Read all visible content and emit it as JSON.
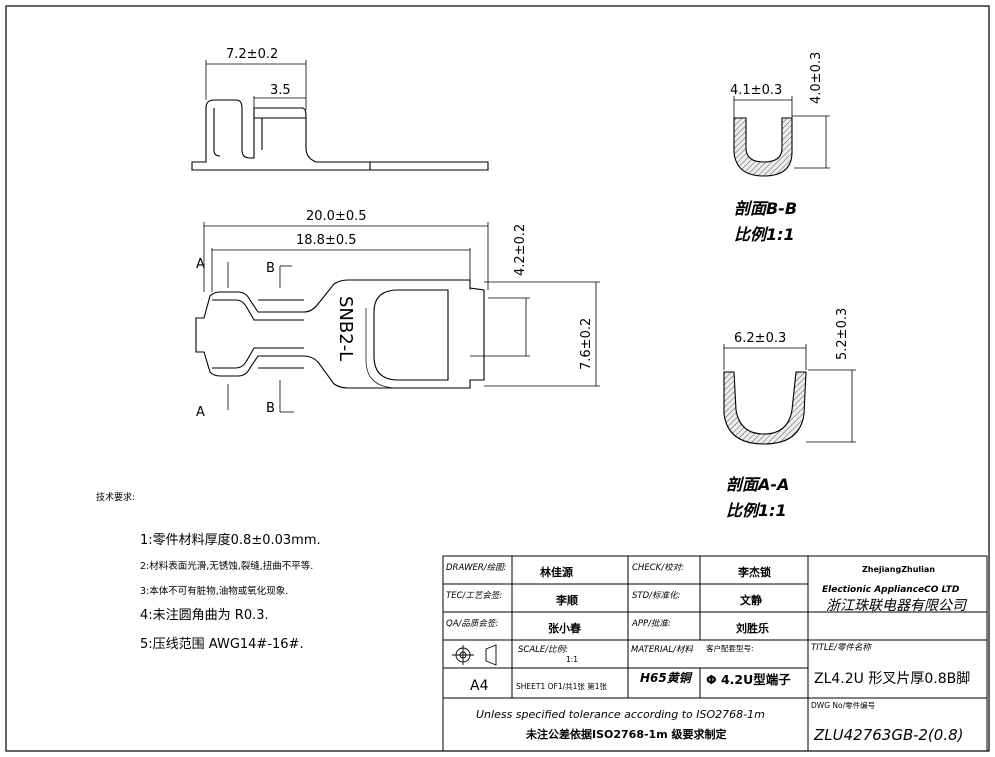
{
  "dimensions": {
    "top_width": "7.2±0.2",
    "top_inner": "3.5",
    "len_overall": "20.0±0.5",
    "len_inner": "18.8±0.5",
    "width_right_small": "4.2±0.2",
    "width_right": "7.6±0.2",
    "bb_width": "4.1±0.3",
    "bb_height": "4.0±0.3",
    "aa_width": "6.2±0.3",
    "aa_height": "5.2±0.3"
  },
  "section_marks": {
    "a": "A",
    "b": "B"
  },
  "part_mark": "SNB2-L",
  "sections": {
    "bb_title": "剖面B-B",
    "bb_scale": "比例1:1",
    "aa_title": "剖面A-A",
    "aa_scale": "比例1:1"
  },
  "notes": {
    "heading": "技术要求:",
    "items": [
      "1:零件材料厚度0.8±0.03mm.",
      "2:材料表面光滑,无锈蚀,裂缝,扭曲不平等.",
      "3:本体不可有脏物,油物或氧化现象.",
      "4:未注圆角曲为 R0.3.",
      "5:压线范围 AWG14#-16#."
    ]
  },
  "title_block": {
    "drawer_label": "DRAWER/绘图:",
    "drawer_value": "林佳源",
    "check_label": "CHECK/校对:",
    "check_value": "李杰锁",
    "tec_label": "TEC/工艺会签:",
    "tec_value": "李顺",
    "std_label": "STD/标准化:",
    "std_value": "文静",
    "qa_label": "QA/品质会签:",
    "qa_value": "张小春",
    "app_label": "APP/批准:",
    "app_value": "刘胜乐",
    "scale_label": "SCALE/比例:",
    "scale_value": "1:1",
    "material_label": "MATERIAL/材料",
    "material_value": "H65黄铜",
    "client_label": "客户配套型号:",
    "client_value": "Φ 4.2U型端子",
    "sheet_size": "A4",
    "sheet_label": "SHEET1 OF1/共1张 第1张",
    "company_en1": "ZhejiangZhulian",
    "company_en2": "Electionic ApplianceCO LTD",
    "company_cn": "浙江珠联电器有限公司",
    "title_label": "TITLE/零件名称",
    "title_value": "ZL4.2U 形叉片厚0.8B脚",
    "dwg_label": "DWG No/零件编号",
    "dwg_value": "ZLU42763GB-2(0.8)",
    "tolerance_en": "Unless specified tolerance according to ISO2768-1m",
    "tolerance_cn": "未注公差依据ISO2768-1m 级要求制定"
  }
}
